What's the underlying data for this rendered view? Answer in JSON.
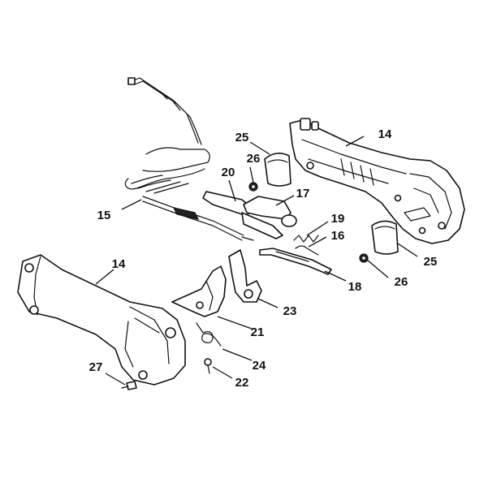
{
  "callouts": {
    "c14a": "14",
    "c14b": "14",
    "c15": "15",
    "c16": "16",
    "c17": "17",
    "c18": "18",
    "c19": "19",
    "c20": "20",
    "c21": "21",
    "c22": "22",
    "c23": "23",
    "c24": "24",
    "c25a": "25",
    "c25b": "25",
    "c26a": "26",
    "c26b": "26",
    "c27": "27"
  }
}
